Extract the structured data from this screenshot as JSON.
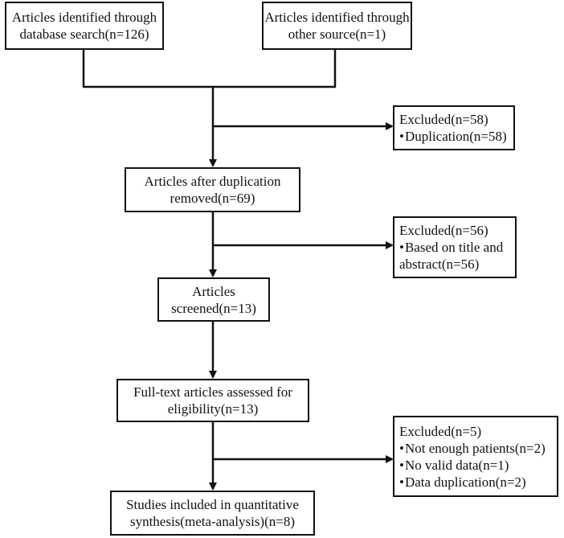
{
  "identification": {
    "database": {
      "lines": [
        "Articles identified through",
        "database search(n=126)"
      ]
    },
    "other": {
      "lines": [
        "Articles identified through",
        "other source(n=1)"
      ]
    }
  },
  "exclusion_1": {
    "title": "Excluded(n=58)",
    "items": [
      "Duplication(n=58)"
    ]
  },
  "after_duplication": {
    "lines": [
      "Articles after duplication",
      "removed(n=69)"
    ]
  },
  "exclusion_2": {
    "title": "Excluded(n=56)",
    "items": [
      "Based on title and"
    ],
    "continuation": "abstract(n=56)"
  },
  "screened": {
    "lines": [
      "Articles",
      "screened(n=13)"
    ]
  },
  "full_text": {
    "lines": [
      "Full-text articles assessed for",
      "eligibility(n=13)"
    ]
  },
  "exclusion_3": {
    "title": "Excluded(n=5)",
    "items": [
      "Not enough patients(n=2)",
      "No valid data(n=1)",
      "Data duplication(n=2)"
    ]
  },
  "included": {
    "lines": [
      "Studies included in quantitative",
      "synthesis(meta-analysis)(n=8)"
    ]
  }
}
